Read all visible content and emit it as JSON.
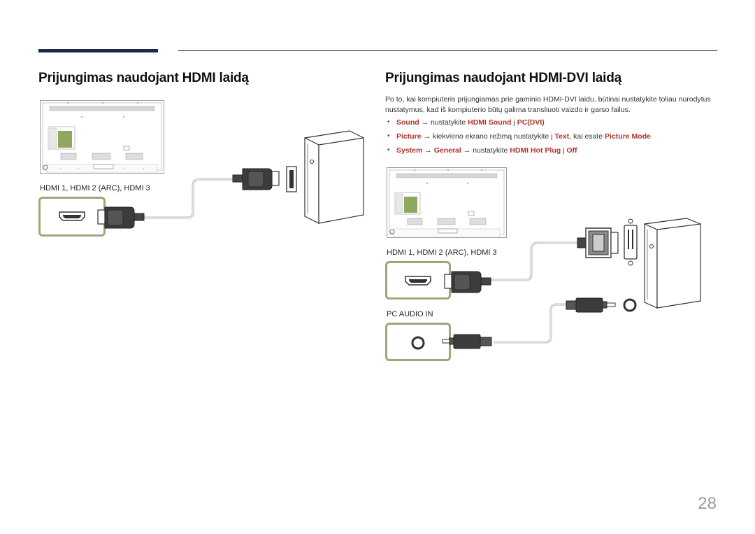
{
  "page": {
    "number": "28"
  },
  "left_section": {
    "title": "Prijungimas naudojant HDMI laidą",
    "port_label": "HDMI 1, HDMI 2 (ARC), HDMI 3"
  },
  "right_section": {
    "title": "Prijungimas naudojant HDMI-DVI laidą",
    "intro": "Po to, kai kompiuteris prijungiamas prie gaminio HDMI-DVI laidu, būtinai nustatykite toliau nurodytus nustatymus, kad iš kompiuterio būtų galima transliuoti vaizdo ir garso failus.",
    "bullets": [
      {
        "a": "Sound",
        "b": " → nustatykite ",
        "c": "HDMI Sound",
        "d": " į ",
        "e": "PC(DVI)",
        "f": "",
        "g": ""
      },
      {
        "a": "Picture",
        "b": " → kiekvieno ekrano režimą nustatykite į ",
        "c": "Text",
        "d": ", kai esate ",
        "e": "Picture Mode",
        "f": "",
        "g": ""
      },
      {
        "a": "System",
        "b": " → ",
        "c": "General",
        "d": " → nustatykite ",
        "e": "HDMI Hot Plug",
        "f": " į ",
        "g": "Off"
      }
    ],
    "port_label_hdmi": "HDMI 1, HDMI 2 (ARC), HDMI 3",
    "port_label_audio": "PC AUDIO IN"
  },
  "colors": {
    "accent_bar": "#1a2a4f",
    "highlight_text": "#b3322b",
    "port_frame": "#9aa87a",
    "board_green": "#8fa860"
  },
  "icons": [
    "hdmi-port-icon",
    "hdmi-plug-icon",
    "dvi-plug-icon",
    "audio-jack-icon",
    "audio-plug-icon",
    "monitor-back-icon",
    "pc-tower-icon"
  ]
}
